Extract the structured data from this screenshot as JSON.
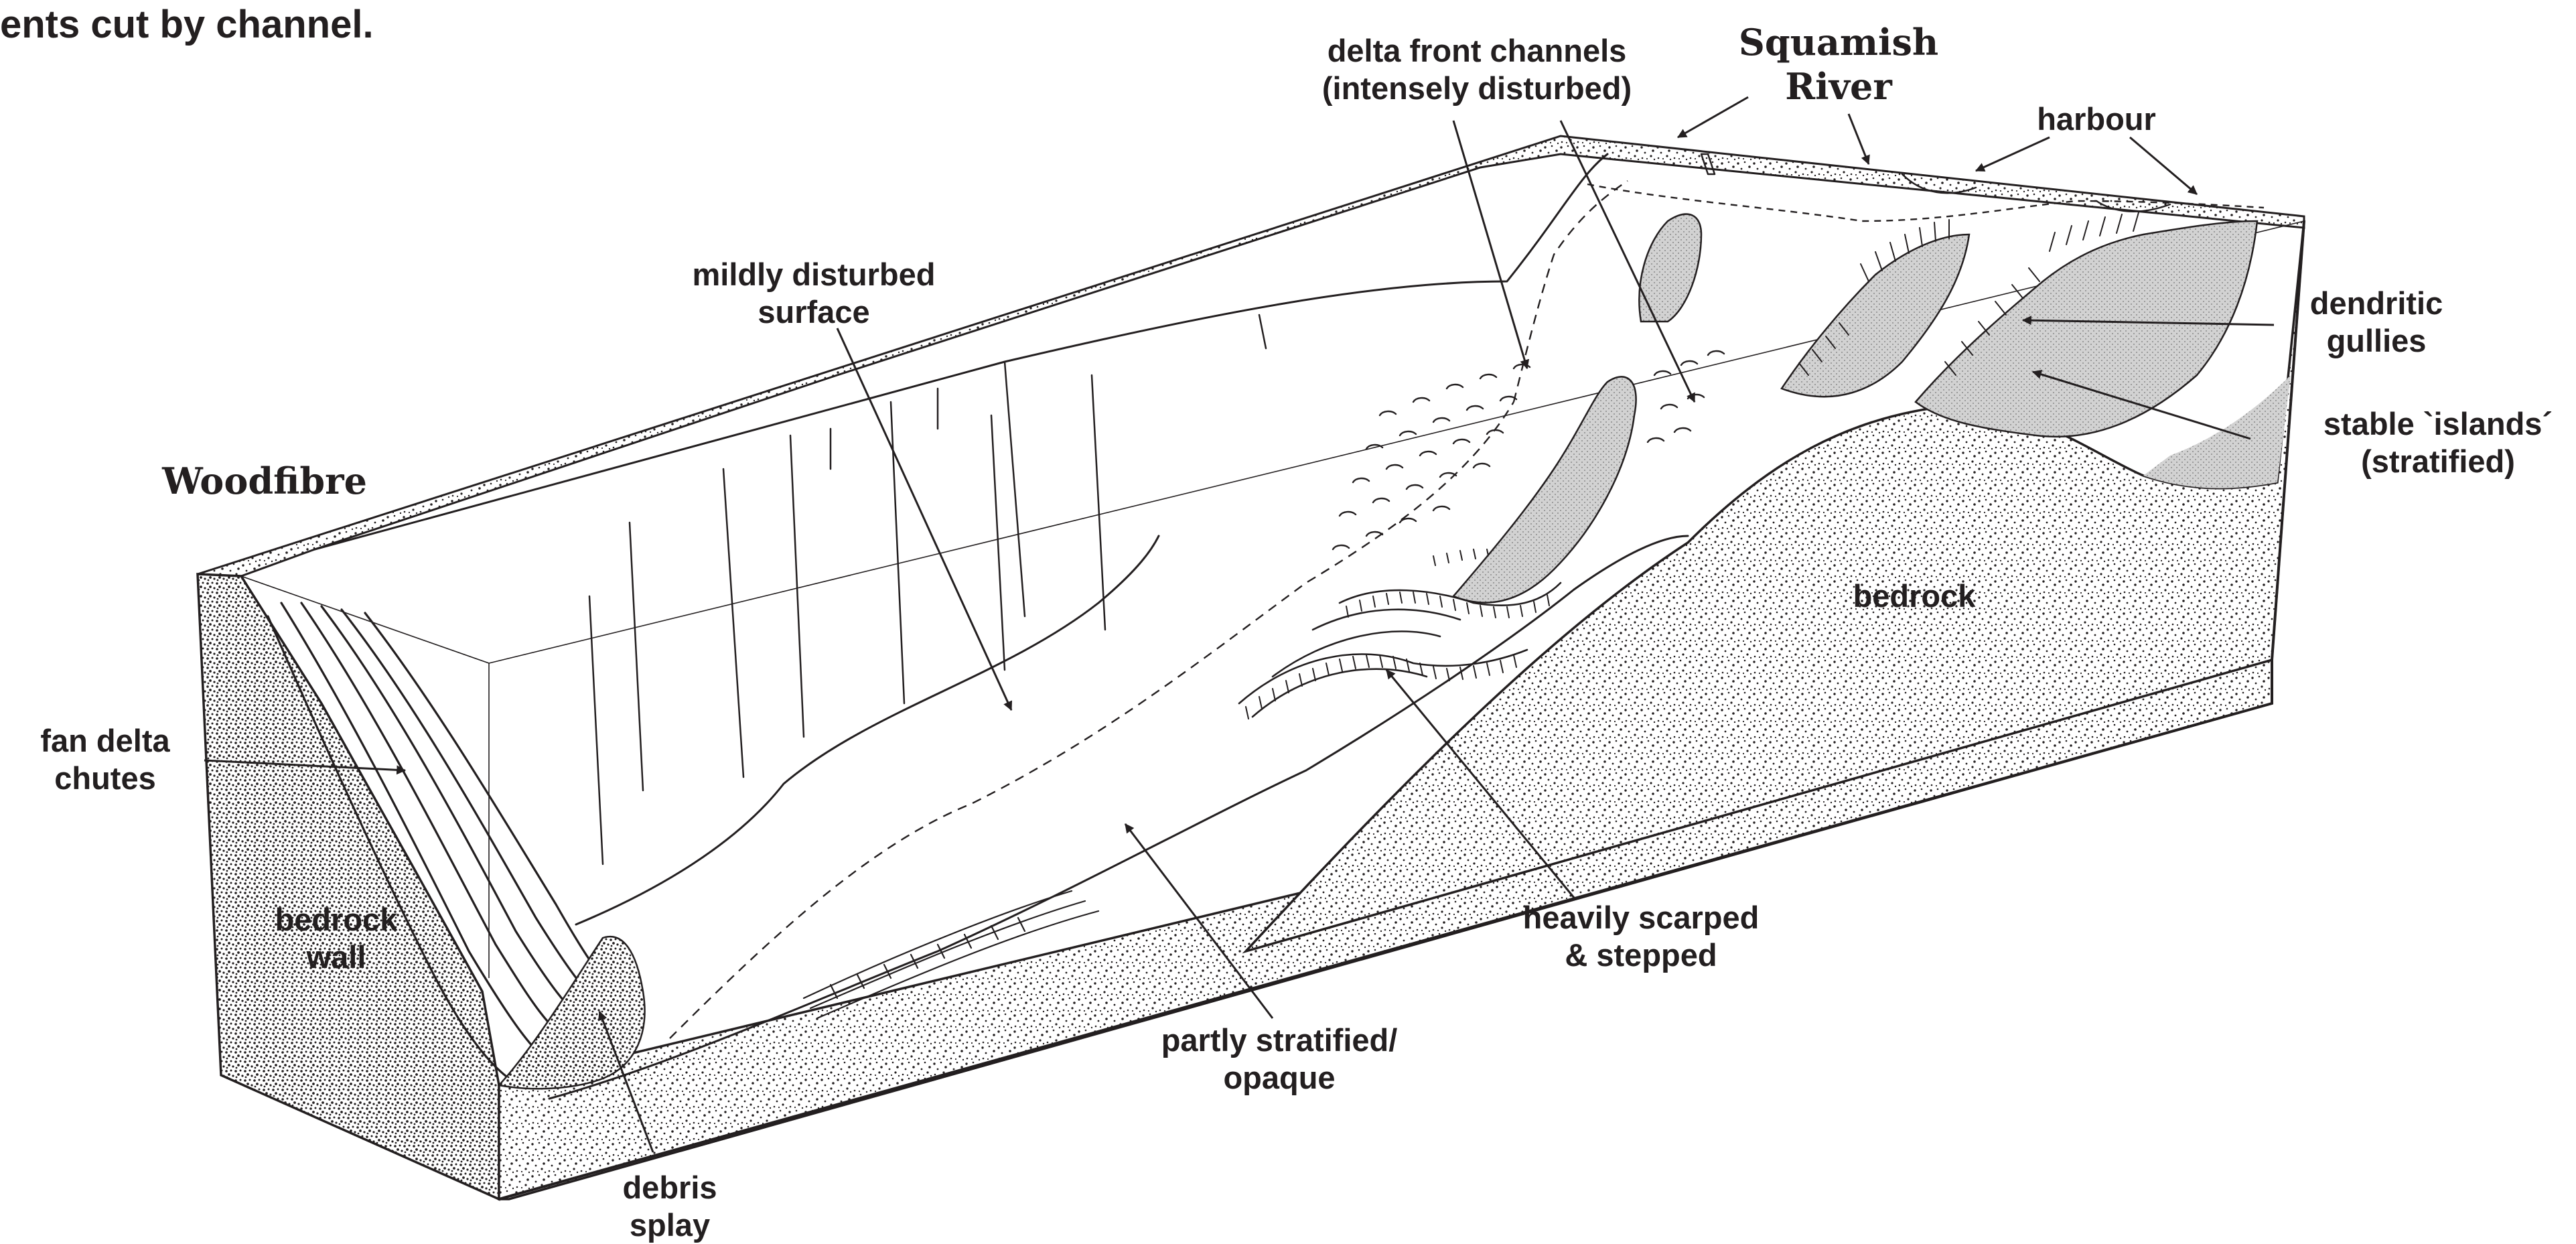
{
  "header_fragment": "ents cut by channel.",
  "place_names": {
    "woodfibre": "Woodfibre",
    "squamish_river": [
      "Squamish",
      "River"
    ]
  },
  "labels": {
    "delta_front_channels": [
      "delta front channels",
      "(intensely disturbed)"
    ],
    "harbour": "harbour",
    "mildly_disturbed_surface": [
      "mildly disturbed",
      "surface"
    ],
    "dendritic_gullies": [
      "dendritic",
      "gullies"
    ],
    "stable_islands": [
      "stable `islands´",
      "(stratified)"
    ],
    "bedrock": "bedrock",
    "fan_delta_chutes": [
      "fan delta",
      "chutes"
    ],
    "bedrock_wall": [
      "bedrock",
      "wall"
    ],
    "heavily_scarped": [
      "heavily scarped",
      "& stepped"
    ],
    "partly_stratified": [
      "partly stratified/",
      "opaque"
    ],
    "debris_splay": [
      "debris",
      "splay"
    ]
  },
  "colors": {
    "ink": "#231f20",
    "speckle_fill": "#bdbdbd",
    "background": "#ffffff"
  }
}
